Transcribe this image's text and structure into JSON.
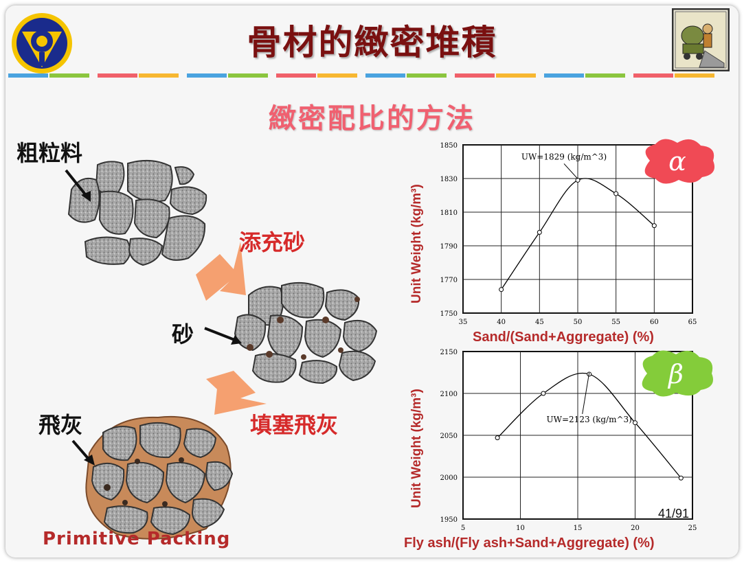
{
  "slide": {
    "title": "骨材的緻密堆積",
    "subtitle": "緻密配比的方法",
    "labels": {
      "coarse": "粗粒料",
      "sand": "砂",
      "flyash": "飛灰",
      "add_sand": "添充砂",
      "fill_flyash": "填塞飛灰",
      "primitive": "Primitive Packing"
    },
    "page_number": "41/91",
    "colors": {
      "title": "#7a1010",
      "subtitle": "#f06070",
      "arrow": "#f5a070",
      "axis_label": "#b52a2a"
    },
    "icons": [
      "university-logo-icon",
      "cement-mixer-icon"
    ]
  },
  "chart_data": [
    {
      "type": "line",
      "badge": "α",
      "xlabel": "Sand/(Sand+Aggregate) (%)",
      "ylabel": "Unit Weight (kg/m³)",
      "xlim": [
        35,
        65
      ],
      "ylim": [
        1750,
        1850
      ],
      "xticks": [
        "35",
        "40",
        "45",
        "50",
        "55",
        "60",
        "65"
      ],
      "yticks": [
        "1750",
        "1770",
        "1790",
        "1810",
        "1830",
        "1850"
      ],
      "x": [
        40,
        45,
        50,
        55,
        60
      ],
      "y": [
        1764,
        1798,
        1829,
        1821,
        1802
      ],
      "annotation": "UW=1829 (kg/m^3)",
      "grid": true
    },
    {
      "type": "line",
      "badge": "β",
      "xlabel": "Fly ash/(Fly ash+Sand+Aggregate) (%)",
      "ylabel": "Unit Weight (kg/m³)",
      "xlim": [
        5,
        25
      ],
      "ylim": [
        1950,
        2150
      ],
      "xticks": [
        "5",
        "10",
        "15",
        "20",
        "25"
      ],
      "yticks": [
        "1950",
        "2000",
        "2050",
        "2100",
        "2150"
      ],
      "x": [
        8,
        12,
        16,
        20,
        24
      ],
      "y": [
        2047,
        2100,
        2123,
        2065,
        1999
      ],
      "annotation": "UW=2123 (kg/m^3)",
      "grid": true
    }
  ]
}
